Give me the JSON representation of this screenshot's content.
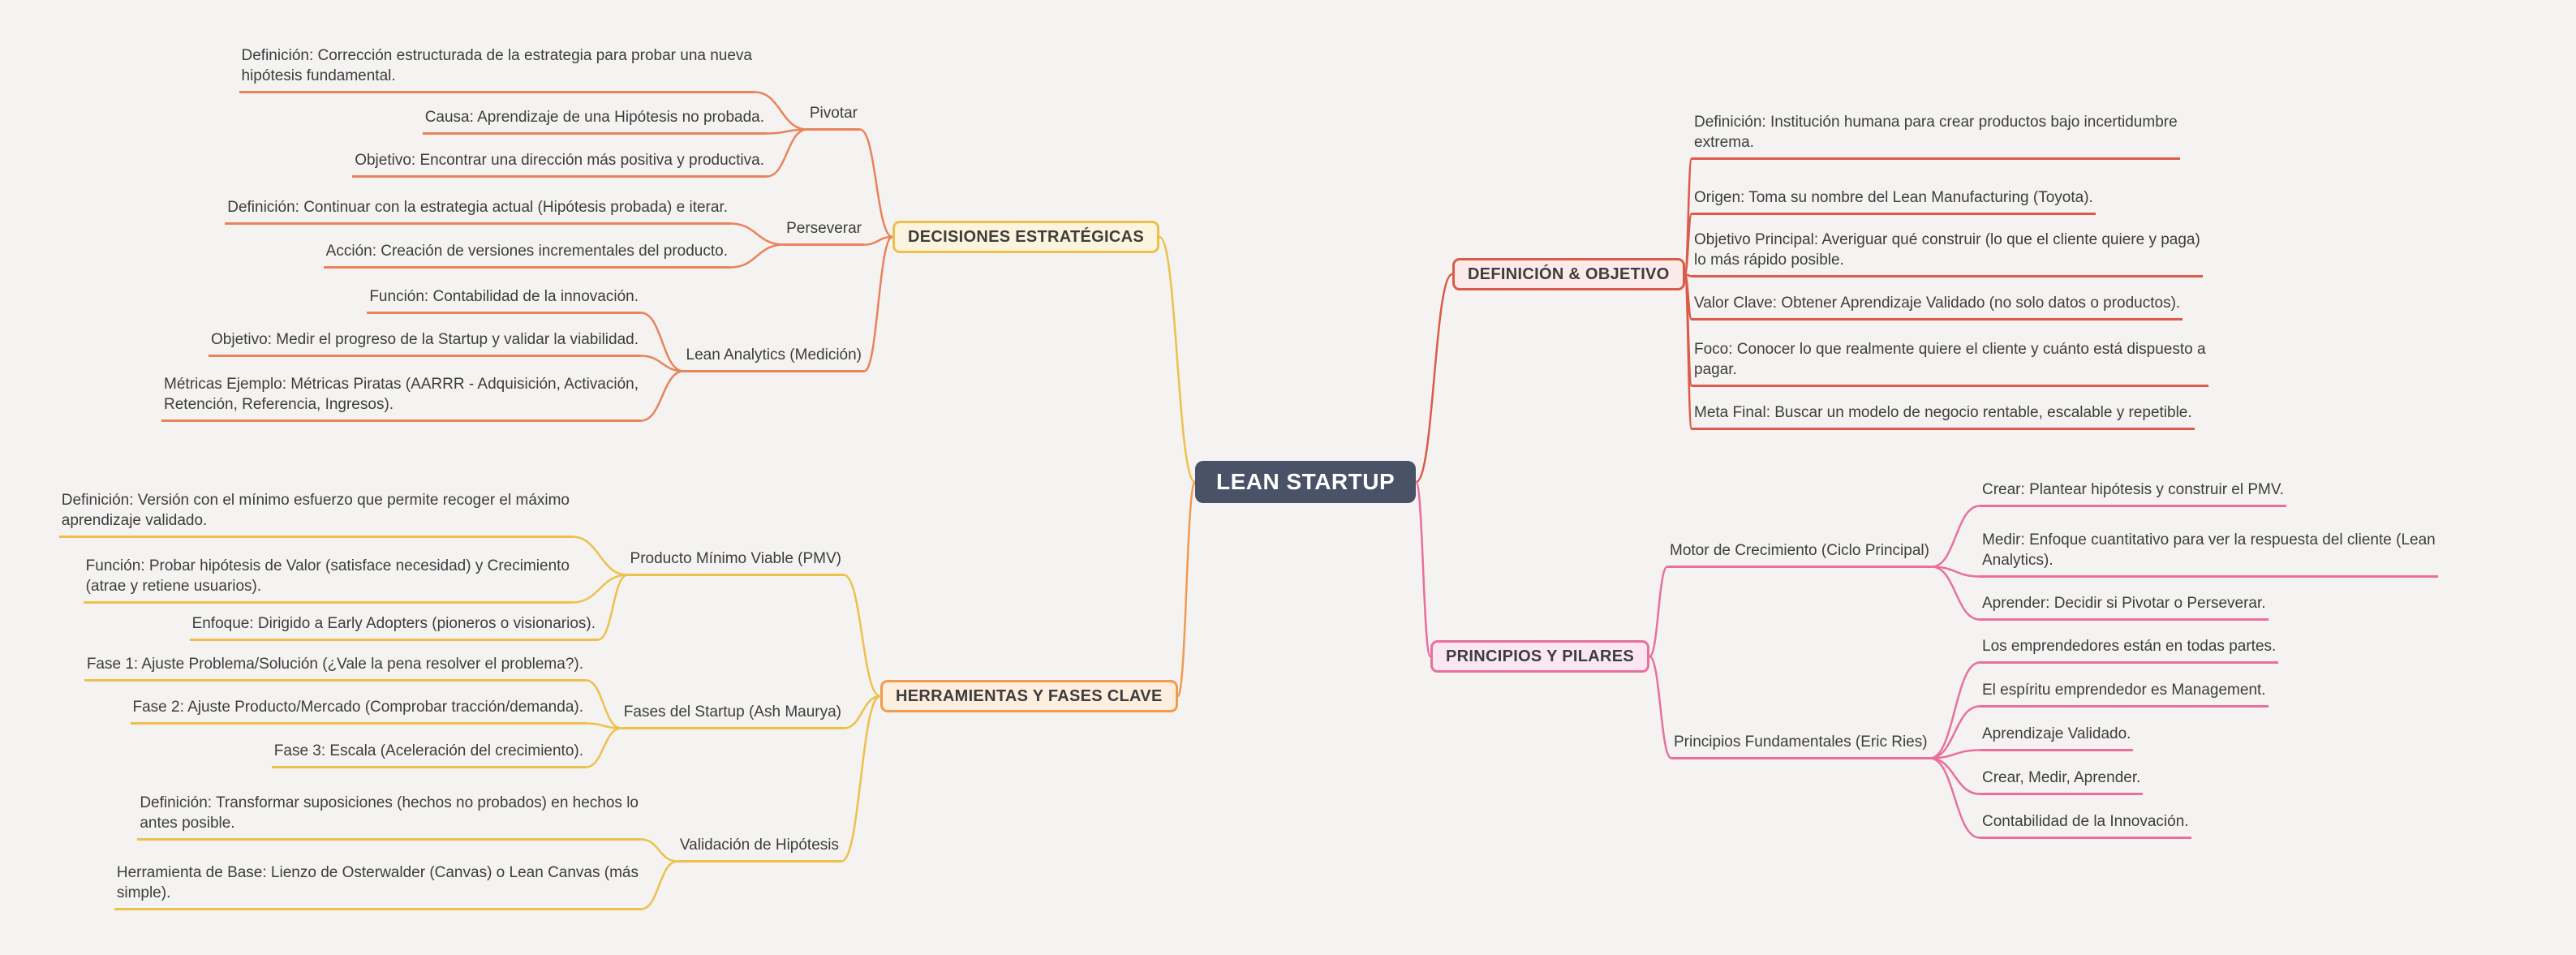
{
  "root": {
    "label": "LEAN STARTUP"
  },
  "colors": {
    "background": "#f4f3f1",
    "text": "#3d3d3d",
    "root_bg": "#4a5268",
    "decisiones": "#eec04b",
    "decisiones_sub": "#e8835a",
    "herramientas": "#f09b4e",
    "herramientas_sub": "#eec04b",
    "definicion": "#dc5a49",
    "principios": "#e96f9e"
  },
  "branches": {
    "definicion": {
      "label": "DEFINICIÓN & OBJETIVO",
      "leaves": [
        "Definición: Institución humana para crear productos bajo incertidumbre\nextrema.",
        "Origen: Toma su nombre del Lean Manufacturing (Toyota).",
        "Objetivo Principal: Averiguar qué construir (lo que el cliente quiere y paga)\nlo más rápido posible.",
        "Valor Clave: Obtener Aprendizaje Validado (no solo datos o productos).",
        "Foco: Conocer lo que realmente quiere el cliente y cuánto está dispuesto a\npagar.",
        "Meta Final: Buscar un modelo de negocio rentable, escalable y repetible."
      ]
    },
    "principios": {
      "label": "PRINCIPIOS Y PILARES",
      "children": {
        "motor": {
          "label": "Motor de Crecimiento (Ciclo Principal)",
          "leaves": [
            "Crear: Plantear hipótesis y construir el PMV.",
            "Medir: Enfoque cuantitativo para ver la respuesta del cliente (Lean\nAnalytics).",
            "Aprender: Decidir si Pivotar o Perseverar."
          ]
        },
        "fundamentales": {
          "label": "Principios Fundamentales (Eric Ries)",
          "leaves": [
            "Los emprendedores están en todas partes.",
            "El espíritu emprendedor es Management.",
            "Aprendizaje Validado.",
            "Crear, Medir, Aprender.",
            "Contabilidad de la Innovación."
          ]
        }
      }
    },
    "decisiones": {
      "label": "DECISIONES ESTRATÉGICAS",
      "children": {
        "pivotar": {
          "label": "Pivotar",
          "leaves": [
            "Definición: Corrección estructurada de la estrategia para probar una nueva\nhipótesis fundamental.",
            "Causa: Aprendizaje de una Hipótesis no probada.",
            "Objetivo: Encontrar una dirección más positiva y productiva."
          ]
        },
        "perseverar": {
          "label": "Perseverar",
          "leaves": [
            "Definición: Continuar con la estrategia actual (Hipótesis probada) e iterar.",
            "Acción: Creación de versiones incrementales del producto."
          ]
        },
        "analytics": {
          "label": "Lean Analytics (Medición)",
          "leaves": [
            "Función: Contabilidad de la innovación.",
            "Objetivo: Medir el progreso de la Startup y validar la viabilidad.",
            "Métricas Ejemplo: Métricas Piratas (AARRR - Adquisición, Activación,\nRetención, Referencia, Ingresos)."
          ]
        }
      }
    },
    "herramientas": {
      "label": "HERRAMIENTAS Y FASES CLAVE",
      "children": {
        "pmv": {
          "label": "Producto Mínimo Viable (PMV)",
          "leaves": [
            "Definición: Versión con el mínimo esfuerzo que permite recoger el máximo\naprendizaje validado.",
            "Función: Probar hipótesis de Valor (satisface necesidad) y Crecimiento\n(atrae y retiene usuarios).",
            "Enfoque: Dirigido a Early Adopters (pioneros o visionarios)."
          ]
        },
        "fases": {
          "label": "Fases del Startup (Ash Maurya)",
          "leaves": [
            "Fase 1: Ajuste Problema/Solución (¿Vale la pena resolver el problema?).",
            "Fase 2: Ajuste Producto/Mercado (Comprobar tracción/demanda).",
            "Fase 3: Escala (Aceleración del crecimiento)."
          ]
        },
        "validacion": {
          "label": "Validación de Hipótesis",
          "leaves": [
            "Definición: Transformar suposiciones (hechos no probados) en hechos lo\nantes posible.",
            "Herramienta de Base: Lienzo de Osterwalder (Canvas) o Lean Canvas (más\nsimple)."
          ]
        }
      }
    }
  }
}
